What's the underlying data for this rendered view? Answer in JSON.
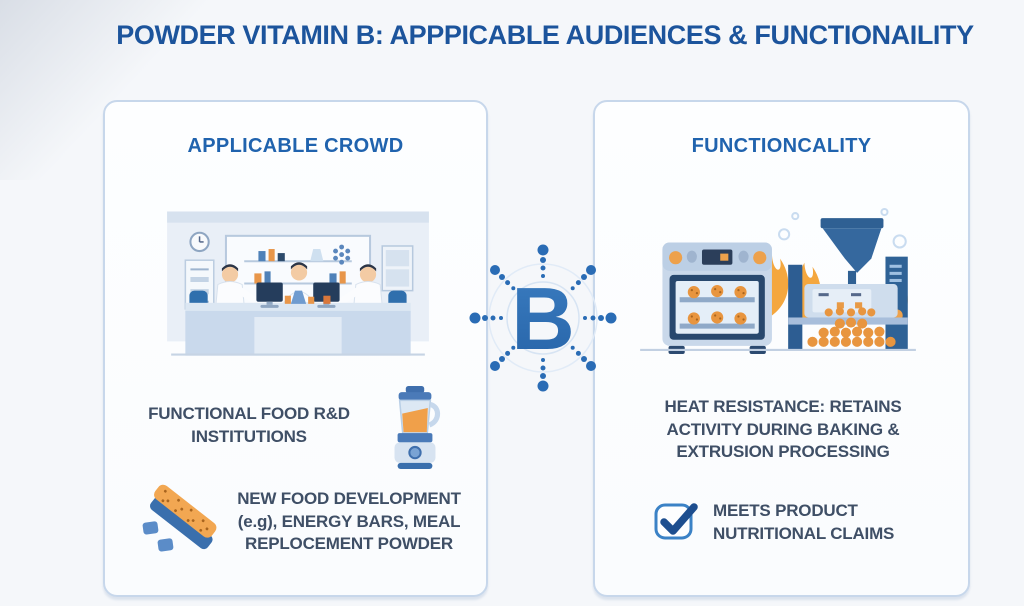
{
  "title": "POWDER VITAMIN B: APPPICABLE AUDIENCES & FUNCTIONAILITY",
  "center_hub": {
    "letter": "B"
  },
  "left_panel": {
    "header": "APPLICABLE CROWD",
    "illustration": "lab-research-scene",
    "items": [
      {
        "icon": "blender-icon",
        "text": "FUNCTIONAL FOOD R&D\nINSTITUTIONS"
      },
      {
        "icon": "energy-bar-icon",
        "text": "NEW FOOD DEVELOPMENT\n(e.g), ENERGY BARS, MEAL\nREPLOCEMENT POWDER"
      }
    ]
  },
  "right_panel": {
    "header": "FUNCTIONCALITY",
    "illustration": "oven-and-extruder-scene",
    "items": [
      {
        "icon": "none",
        "text": "HEAT RESISTANCE: RETAINS\nACTIVITY DURING BAKING &\nEXTRUSION PROCESSING"
      },
      {
        "icon": "checkbox-checked-icon",
        "text": "MEETS PRODUCT\nNUTRITIONAL CLAIMS"
      }
    ]
  },
  "colors": {
    "title_blue": "#1c549c",
    "header_blue": "#2063ae",
    "body_text": "#3f4f66",
    "accent_blue": "#2e72b8",
    "panel_border": "#c7d7eb",
    "orange": "#f0a04a",
    "flame_orange": "#f4a73f",
    "navy": "#2c4a70",
    "background": "#f5f7fa"
  }
}
